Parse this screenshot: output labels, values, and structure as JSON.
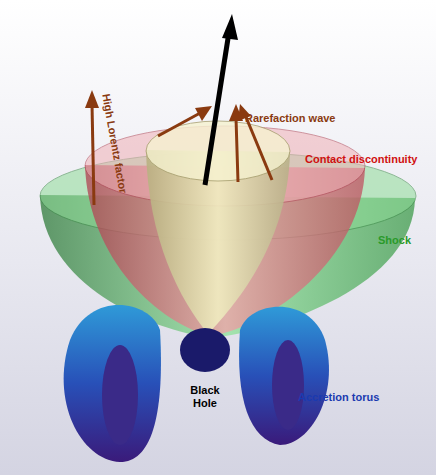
{
  "diagram": {
    "labels": [
      "High Lorentz factor",
      "Rarefaction wave",
      "Contact discontinuity",
      "Shock",
      "Black Hole",
      "Accretion torus"
    ]
  }
}
